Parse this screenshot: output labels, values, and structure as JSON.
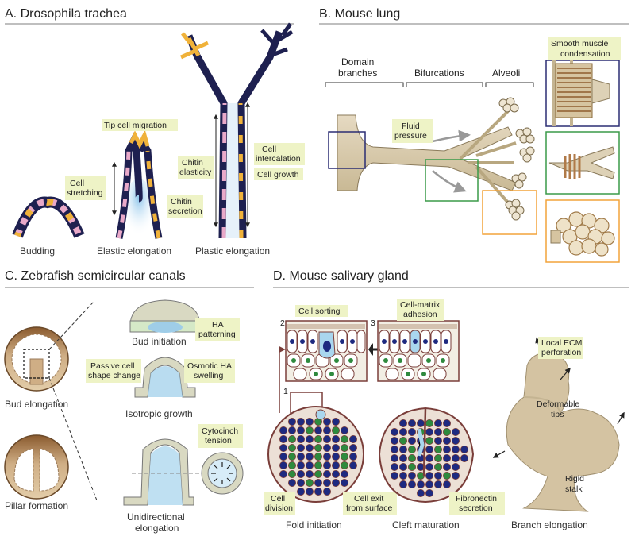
{
  "panels": {
    "a": {
      "title": "A. Drosophila trachea",
      "labels": {
        "tip_cell_migration": "Tip cell migration",
        "cell_stretching_1": "Cell",
        "cell_stretching_2": "stretching",
        "chitin_secretion_1": "Chitin",
        "chitin_secretion_2": "secretion",
        "chitin_elasticity_1": "Chitin",
        "chitin_elasticity_2": "elasticity",
        "cell_intercalation_1": "Cell",
        "cell_intercalation_2": "intercalation",
        "cell_growth": "Cell growth"
      },
      "captions": {
        "budding": "Budding",
        "elastic": "Elastic elongation",
        "plastic": "Plastic elongation"
      }
    },
    "b": {
      "title": "B. Mouse lung",
      "headers": {
        "domain_1": "Domain",
        "domain_2": "branches",
        "bifurcations": "Bifurcations",
        "alveoli": "Alveoli"
      },
      "labels": {
        "fluid_1": "Fluid",
        "fluid_2": "pressure",
        "smooth_1": "Smooth muscle",
        "smooth_2": "condensation"
      },
      "colors": {
        "navy": "#2b2d73",
        "green": "#3a9a48",
        "orange": "#f2a33a"
      }
    },
    "c": {
      "title": "C. Zebrafish semicircular canals",
      "labels": {
        "ha_1": "HA",
        "ha_2": "patterning",
        "passive_1": "Passive cell",
        "passive_2": "shape change",
        "osmotic_1": "Osmotic HA",
        "osmotic_2": "swelling",
        "cytocinch_1": "Cytocinch",
        "cytocinch_2": "tension"
      },
      "captions": {
        "bud_elongation": "Bud elongation",
        "pillar": "Pillar formation",
        "bud_initiation": "Bud initiation",
        "isotropic": "Isotropic growth",
        "unidir_1": "Unidirectional",
        "unidir_2": "elongation"
      }
    },
    "d": {
      "title": "D. Mouse salivary gland",
      "labels": {
        "cell_sorting": "Cell sorting",
        "matrix_1": "Cell-matrix",
        "matrix_2": "adhesion",
        "num_1": "1",
        "num_2": "2",
        "num_3": "3",
        "division_1": "Cell",
        "division_2": "division",
        "exit_1": "Cell exit",
        "exit_2": "from surface",
        "fibro_1": "Fibronectin",
        "fibro_2": "secretion",
        "ecm_1": "Local ECM",
        "ecm_2": "perforation",
        "deform_1": "Deformable",
        "deform_2": "tips",
        "rigid_1": "Rigid",
        "rigid_2": "stalk"
      },
      "captions": {
        "fold": "Fold initiation",
        "cleft": "Cleft maturation",
        "branch": "Branch elongation"
      }
    }
  }
}
